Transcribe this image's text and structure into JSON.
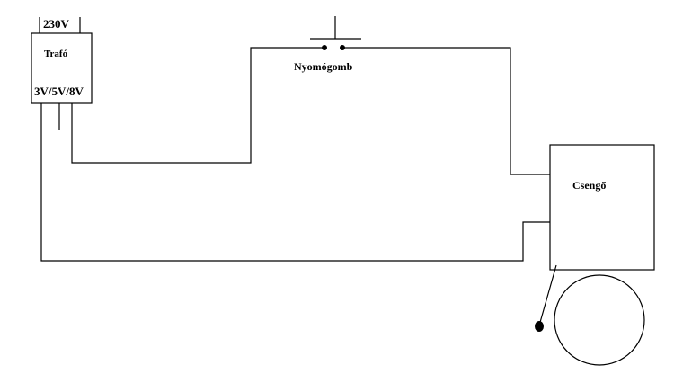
{
  "transformer": {
    "input_label": "230V",
    "name": "Trafó",
    "output_label": "3V/5V/8V"
  },
  "switch": {
    "name": "Nyomógomb"
  },
  "bell": {
    "name": "Csengő"
  }
}
